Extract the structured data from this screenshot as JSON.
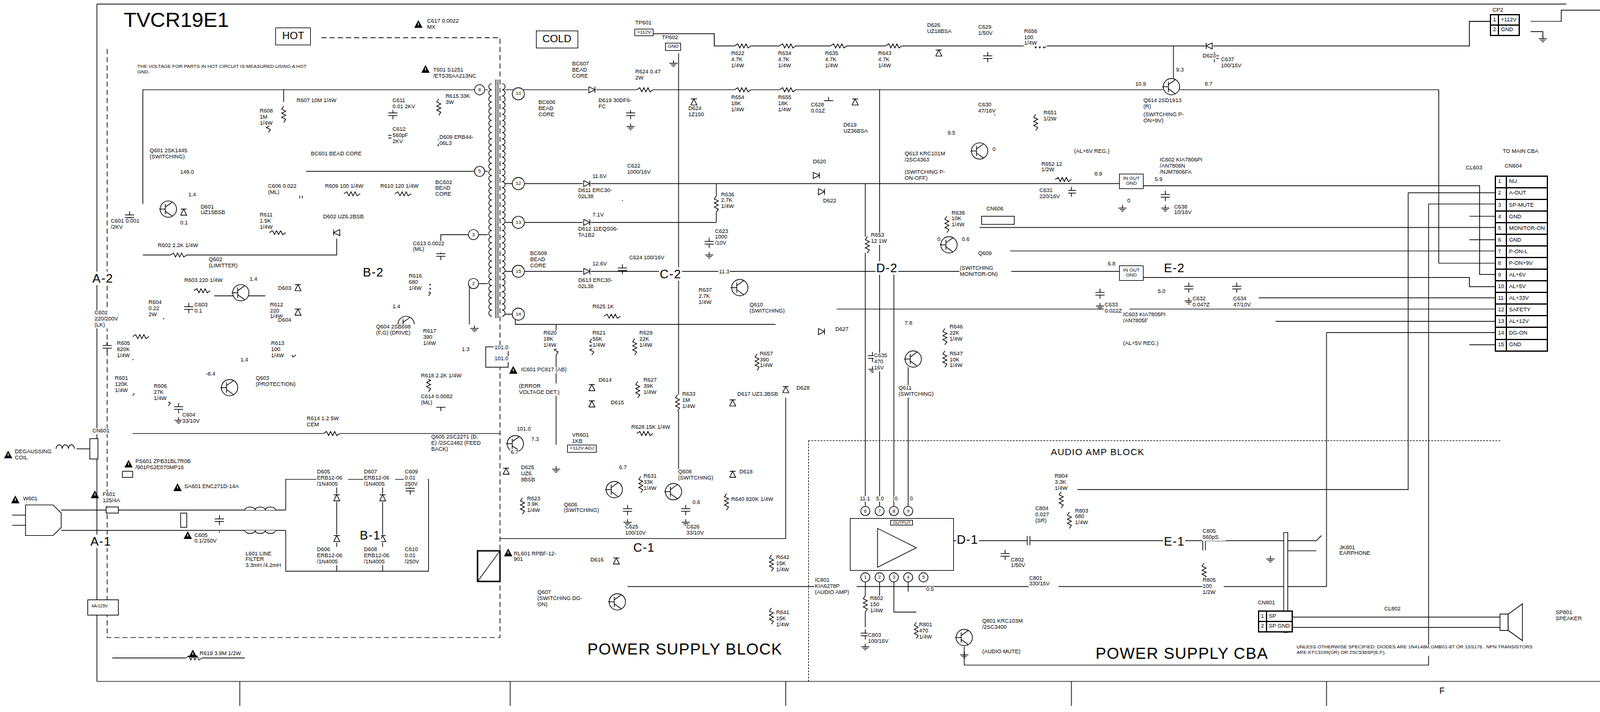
{
  "diagram": {
    "title": "TVCR19E1",
    "nodes": [
      {
        "text": [
          "HOT"
        ]
      },
      {
        "text": [
          "COLD"
        ]
      },
      {
        "text": [
          "+112V"
        ]
      },
      {
        "text": [
          "GND"
        ]
      },
      {
        "text": [
          "1",
          "+112V",
          "2",
          "GND"
        ]
      },
      {
        "text": [
          "IN OUT",
          "GND"
        ]
      },
      {
        "text": [
          "1",
          "NU",
          "2",
          "A-OUT",
          "3",
          "SP-MUTE",
          "4",
          "GND",
          "5",
          "MONITOR-ON",
          "6",
          "GND",
          "7",
          "P-ON-L",
          "8",
          "P-ON+9V",
          "9",
          "AL+6V",
          "10",
          "AL+5V",
          "11",
          "AL+33V",
          "12",
          "SAFETY",
          "13",
          "AL+12V",
          "14",
          "DG-ON",
          "15",
          "GND"
        ]
      },
      {
        "text": [
          "IN OUT",
          "GND"
        ]
      },
      {
        "text": [
          "+112V ADJ"
        ]
      },
      {
        "text": [
          "AUDIO AMP BLOCK"
        ]
      },
      {
        "text": [
          "OUTPUT"
        ],
        "in": 9
      },
      {
        "text": [
          "1",
          "SP",
          "2",
          "SP GND"
        ],
        "in": 9
      }
    ],
    "edges": [
      {
        "from": 2,
        "to": 4,
        "arrow": "none"
      },
      {
        "from": 5,
        "to": 6,
        "arrow": "none"
      },
      {
        "from": 7,
        "to": 6,
        "arrow": "none"
      }
    ],
    "labels": [
      "THE VOLTAGE FOR PARTS IN HOT CIRCUIT IS MEASURED USING A HOT GND.",
      "C617 0.0022 MX",
      "TP601",
      "TP602",
      "T601 S1251 /ETS35AA213NC",
      "BC607 BEAD CORE",
      "BC606 BEAD CORE",
      "D619 30DF6-FC",
      "R624 0.47 2W",
      "D624 1Z150",
      "R622 4.7K 1/4W",
      "R634 4.7K 1/4W",
      "R635 4.7K 1/4W",
      "R643 4.7K 1/4W",
      "D626 UZ18BSA",
      "C629 1/50V",
      "R656 100 1/4W",
      "D623",
      "C637 100/16V",
      "9.3",
      "10.9",
      "8.7",
      "Q614 2SD1913 (R)",
      "(SWITCHING P-ON+9V)",
      "R654 18K 1/4W",
      "R655 18K 1/4W",
      "C628 0.01Z",
      "D619 UZ36BSA",
      "C630 47/16V",
      "R651 1/2W",
      "9.5",
      "Q613 KRC101M /2SC4363",
      "(SWITCHING P-ON-OFF)",
      "0",
      "D620",
      "R652 12 1/2W",
      "(AL+6V REG.)",
      "IC602 KIA7806PI /AN7806N /NJM7806FA",
      "C631 220/16V",
      "8.9",
      "5.9",
      "C638 10/16V",
      "0",
      "D622",
      "R653 12 1W",
      "R638 10K 1/4W",
      "CN606",
      "0",
      "0.6",
      "Q609",
      "(SWITCHING MONITOR-ON)",
      "D-2",
      "6.8",
      "5.0",
      "C633 0.022Z",
      "IC603 KIA7805PI /AN7805F",
      "(AL+5V REG.)",
      "C632 0.047Z",
      "C634 47/10V",
      "E-2",
      "TO MAIN CBA",
      "CL603",
      "CN604",
      "11.6V",
      "D611 ERC30-02L38",
      "C622 1000/16V",
      "R636 2.7K 1/4W",
      "7.1V",
      "D612 11EQS06-TA1B2",
      "C623 1000 /10V",
      "BC609 BEAD CORE",
      "12.6V",
      "D613 ERC30-02L38",
      "C624 100/16V",
      "C-2",
      "11.3",
      "R637 2.7K 1/4W",
      "Q610 (SWITCHING)",
      "R625 1K",
      "D627",
      "7.8",
      "R646 22K 1/4W",
      "C635 470 16V",
      "R647 10K 1/4W",
      "Q611 (SWITCHING)",
      "R620 18K 1/4W",
      "R621 56K 1/4W",
      "R629 22K 1/4W",
      "R627 39K 1/4W",
      "R633 1M 1/4W",
      "D614",
      "D615",
      "D617 UZ3.3BSB",
      "R628 15K 1/4W",
      "R657 390 1/4W",
      "D628",
      "D618",
      "R640 820K 1/4W",
      "101.0",
      "101.0",
      "1.3",
      "IC601 PC817 (AB)",
      "(ERROR VOLTAGE DET.)",
      "101.0",
      "7.3",
      "6.7",
      "D625 UZ6. 8BSB",
      "VR601 1KB",
      "R623 3.9K 1/4W",
      "Q605 2SC2271 (D, E) /2SC2482 (FEED BACK)",
      "6.7",
      "Q606 (SWITCHING)",
      "R631 33K 1/4W",
      "0.6",
      "Q608 (SWITCHING)",
      "C625 100/10V",
      "C626 33/10V",
      "C-1",
      "D616",
      "Q607 (SWITCHING DG-ON)",
      "RL601 RPBF-12-901",
      "POWER SUPPLY BLOCK",
      "R642 15K 1/4W",
      "R641 15K 1/4W",
      "R607 10M 1/4W",
      "R608 1M 1/4W",
      "R615 33K 3W",
      "C611 0.01 2KV",
      "C612 560pF 2KV",
      "D609 ERB44-06L3",
      "BC601 BEAD CORE",
      "BC602 BEAD CORE",
      "Q601 2SK1445 (SWITCHING)",
      "149.0",
      "1.4",
      "D601 UZ15BSB",
      "0.1",
      "C606 0.022 (ML)",
      "R609 100 1/4W",
      "R610 120 1/4W",
      "C601 0.001 /2KV",
      "R611 1.5K 1/4W",
      "D602 UZ6.2BSB",
      "R602 2.2K 1/4W",
      "C613 0.0022 (ML)",
      "B-2",
      "Q602 (LIMITTER)",
      "1.4",
      "R603 220 1/4W",
      "D603",
      "R616 680 1/4W",
      "1.4",
      "A-2",
      "R604 0.22 2W",
      "C603 0.1",
      "R612 220 1/4W",
      "D604",
      "Q604 2SB698 (F,G) (DRIVE)",
      "R617 390 1/4W",
      "C602 220/200V (LK)",
      "R605 820K 1/4W",
      "R613 100 1/4W",
      "-8.4",
      "1.4",
      "Q603 (PROTECTION)",
      "R601 120K 1/4W",
      "R606 27K 1/4W",
      "R618 2.2K 1/4W",
      "C614 0.0082 (ML)",
      "C604 33/10V",
      "R614 1.2 5W CEM",
      "CN601",
      "DEGAUSSING COIL",
      "PS601 ZPB31BL7R0B /901PS2E070MP16",
      "D605 ERB12-06 /1N4005",
      "D607 ERB12-06 /1N4005",
      "C609 0.01 250V",
      "W601",
      "SA601 ENC271D-14A",
      "F601 125/4A",
      "C605 0.1/250V",
      "D606 ERB12-06 /1N4005",
      "D608 ERB12-06 /1N4005",
      "C610 0.01 /250V",
      "B-1",
      "A-1",
      "L601 LINE FILTER 3.3mH /4.2mH",
      "4A/125V",
      "R619 3.9M 1/2W",
      "R804 3.3K 1/4W",
      "C804 0.027 (SR)",
      "R803 680 1/4W",
      "11.1",
      "5.0",
      "0",
      "0",
      "6",
      "7",
      "8",
      "9",
      "1",
      "2",
      "3",
      "4",
      "5",
      "0.5",
      "D-1",
      "C802 1/50V",
      "C801 330/16V",
      "E-1",
      "C805 560pS",
      "R805 100 1/2W",
      "JK801 EARPHONE",
      "IC801 KIA6278P (AUDIO AMP)",
      "R802 150 1/4W",
      "R801 470 1/4W",
      "C803 100/16V",
      "Q801 KRC103M /2SC3400",
      "(AUDIO MUTE)",
      "POWER SUPPLY CBA",
      "CN801",
      "CL802",
      "SP801 SPEAKER",
      "UNLESS OTHERWISE SPECIFIED: DIODES ARE 1N4148M,GMB01-8T OR 1SS176 . NPN TRANSISTORS ARE KTC3199(GR) OR 2SC536SP(E,F).",
      "F",
      "CP2",
      "8",
      "5",
      "3",
      "2",
      "10",
      "12",
      "13",
      "15",
      "14"
    ]
  }
}
